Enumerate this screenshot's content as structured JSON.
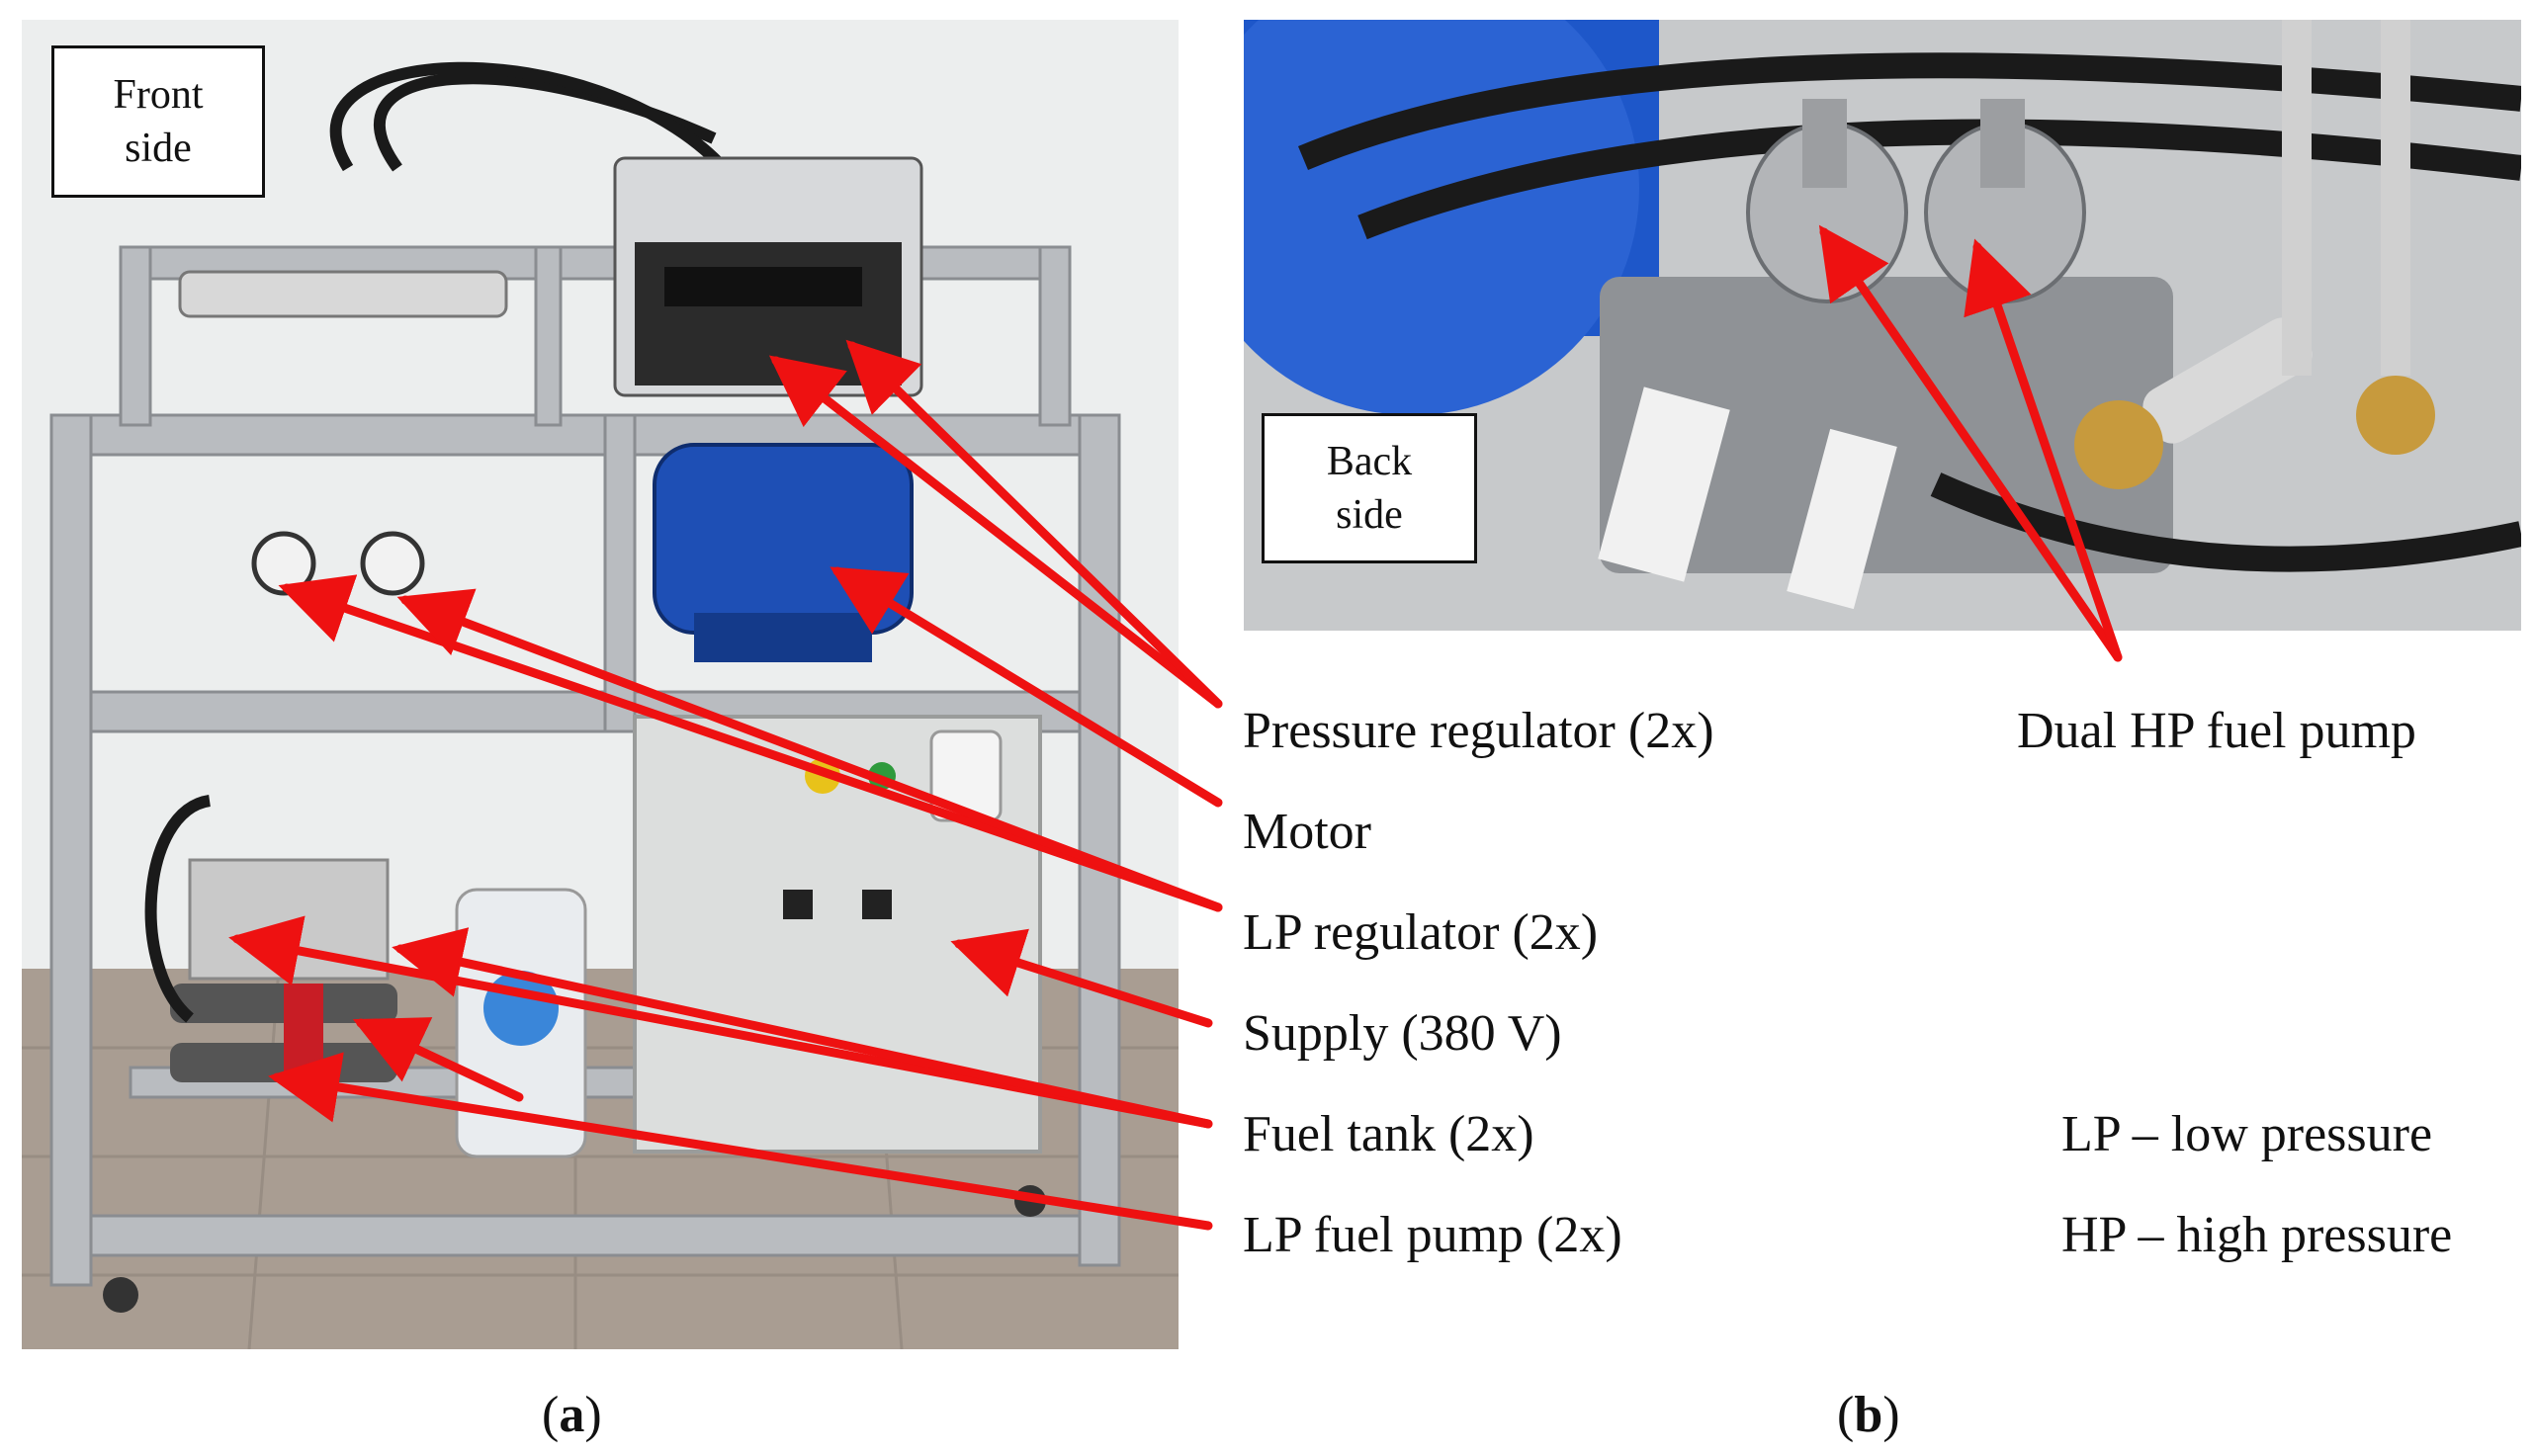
{
  "panel_a": {
    "side_label": "Front\nside",
    "caption_open": "(",
    "caption_letter": "a",
    "caption_close": ")"
  },
  "panel_b": {
    "side_label": "Back\nside",
    "caption_open": "(",
    "caption_letter": "b",
    "caption_close": ")"
  },
  "callouts": {
    "pressure_regulator": "Pressure regulator (2x)",
    "motor": "Motor",
    "lp_regulator": "LP regulator (2x)",
    "supply": "Supply (380 V)",
    "fuel_tank": "Fuel tank (2x)",
    "lp_fuel_pump": "LP fuel pump (2x)",
    "dual_hp_fuel_pump": "Dual HP fuel pump"
  },
  "legend": {
    "lp": "LP – low pressure",
    "hp": "HP – high pressure"
  },
  "colors": {
    "arrow": "#ee1111",
    "frame": "#b9bcc0",
    "motor": "#1e4fb5",
    "wall": "#eceeee",
    "floor": "#a99d92",
    "cabinet": "#dcdedd"
  }
}
